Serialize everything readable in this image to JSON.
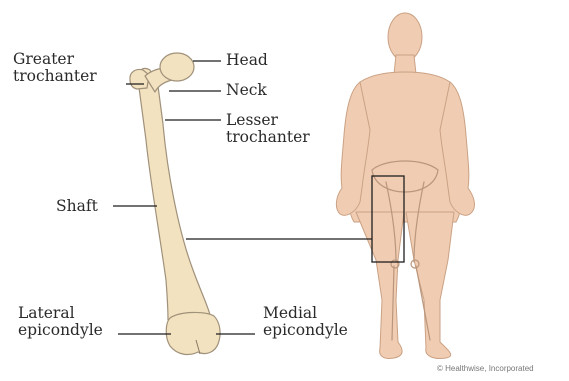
{
  "labels": {
    "head": "Head",
    "neck": "Neck",
    "greater_trochanter": [
      "Greater",
      "trochanter"
    ],
    "lesser_trochanter": [
      "Lesser",
      "trochanter"
    ],
    "shaft": "Shaft",
    "lateral_epicondyle": [
      "Lateral",
      "epicondyle"
    ],
    "medial_epicondyle": [
      "Medial",
      "epicondyle"
    ]
  },
  "credit": "© Healthwise, Incorporated",
  "colors": {
    "bone_fill": "#f3e2c0",
    "bone_outline": "#a0917a",
    "skin_fill": "#f0cdb2",
    "skin_outline": "#caa184",
    "leader_line": "#1e1e1e"
  }
}
